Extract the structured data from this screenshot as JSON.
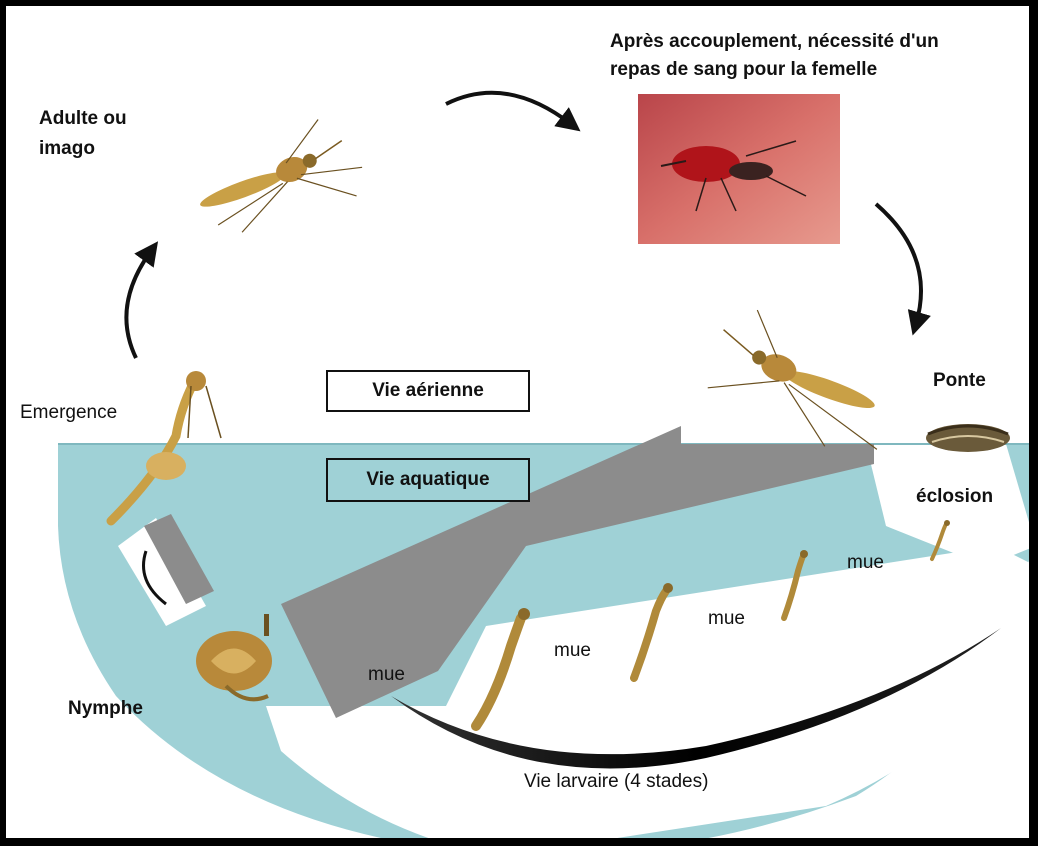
{
  "labels": {
    "adult_line1": "Adulte ou",
    "adult_line2": "imago",
    "blood_meal_line1": "Après accouplement, nécessité d'un",
    "blood_meal_line2": "repas de sang pour la femelle",
    "emergence": "Emergence",
    "ponte": "Ponte",
    "eclosion": "éclosion",
    "nymphe": "Nymphe",
    "mue_1": "mue",
    "mue_2": "mue",
    "mue_3": "mue",
    "mue_4": "mue",
    "larval_life": "Vie larvaire (4 stades)"
  },
  "zones": {
    "aerial": "Vie aérienne",
    "aquatic": "Vie aquatique"
  },
  "colors": {
    "water": "#9fd1d6",
    "gray_band": "#8c8c8c",
    "larval_arc": "#1a1a1a",
    "mosquito_body": "#c9a046",
    "photo_bg": "#c9504e"
  },
  "icons": [
    "cycle-arrow-icon",
    "mosquito-icon",
    "egg-raft-icon",
    "larva-icon",
    "pupa-icon"
  ]
}
